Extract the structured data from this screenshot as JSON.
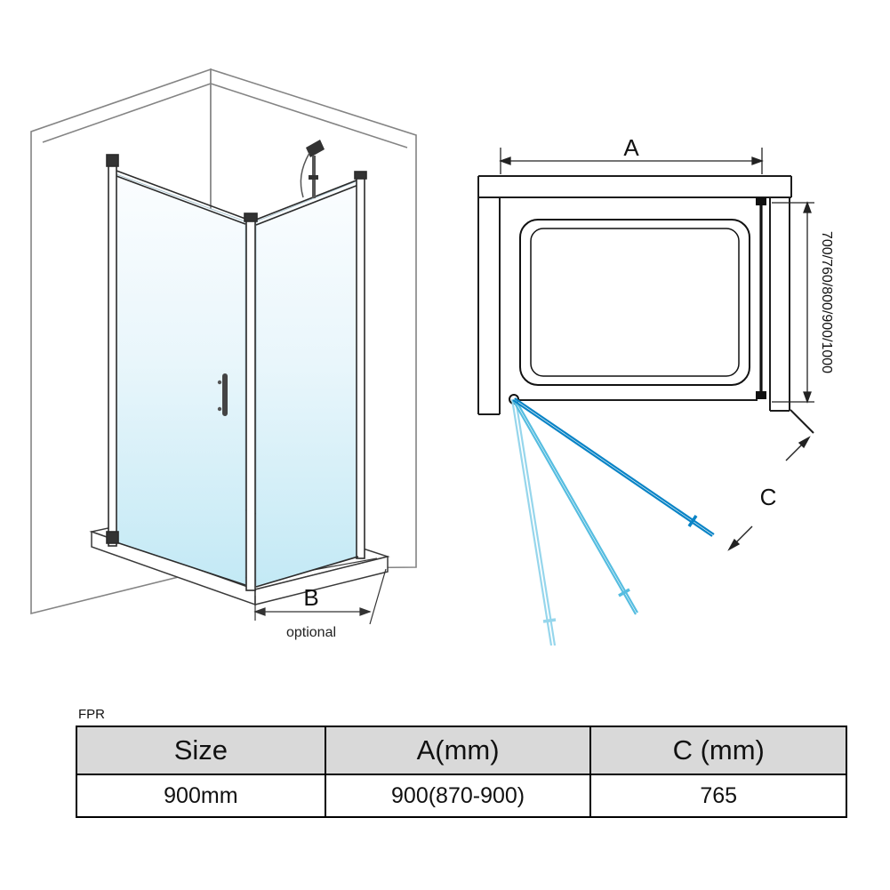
{
  "left_view": {
    "dim_b_label": "B",
    "dim_b_note": "optional"
  },
  "plan_view": {
    "dim_a_label": "A",
    "dim_c_label": "C",
    "depth_options_label": "700/760/800/900/1000"
  },
  "table": {
    "caption": "FPR",
    "headers": [
      "Size",
      "A(mm)",
      "C (mm)"
    ],
    "rows": [
      [
        "900mm",
        "900(870-900)",
        "765"
      ]
    ]
  },
  "colors": {
    "door_open_primary": "#0a84c6",
    "door_open_mid": "#56bde0",
    "door_open_light": "#96d6ec",
    "glass_bottom": "#c3e9f5",
    "table_header_bg": "#d9d9d9"
  }
}
